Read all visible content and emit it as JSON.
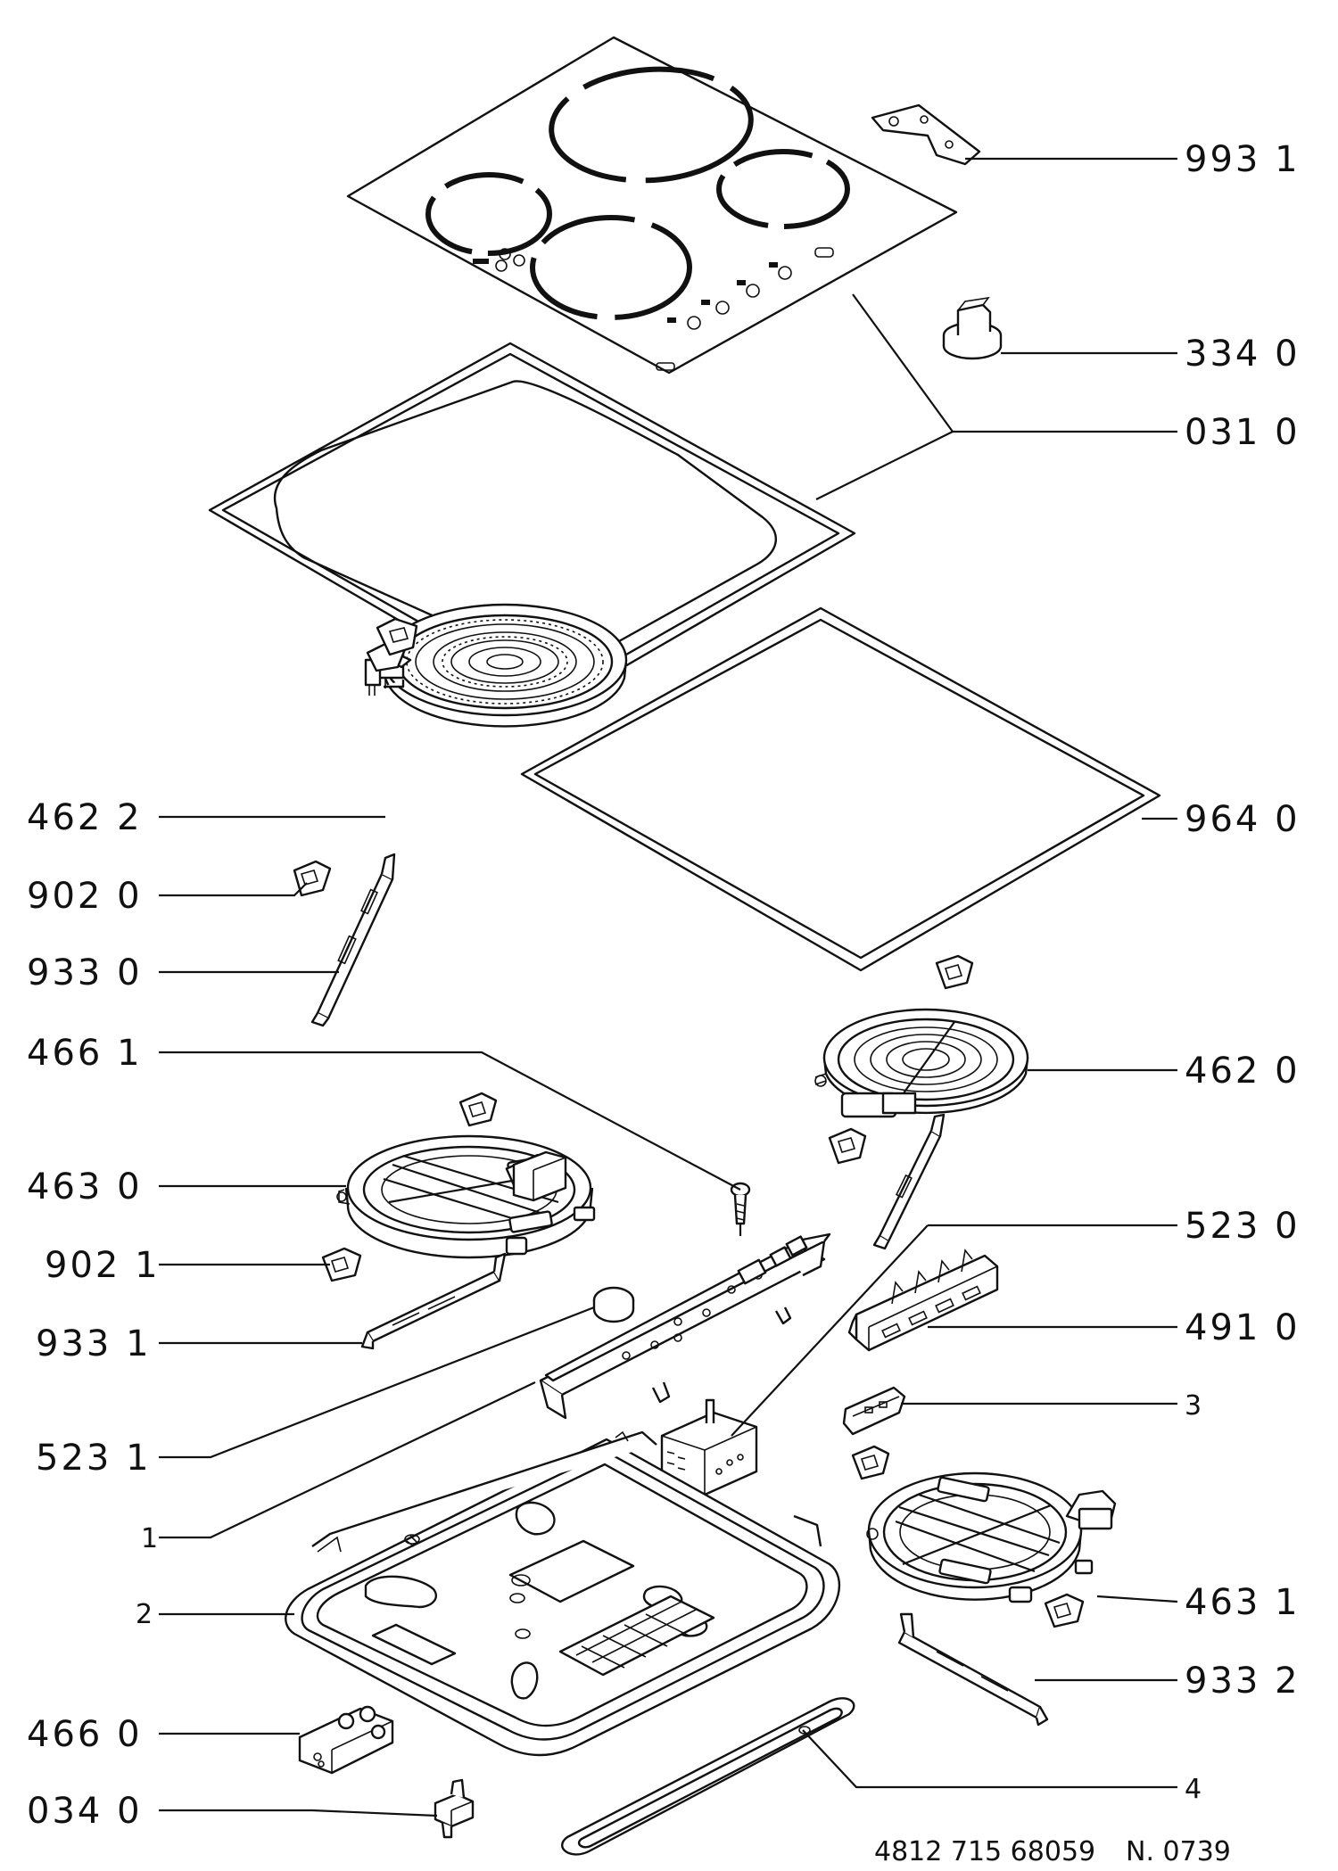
{
  "callouts": {
    "c993_1": "993 1",
    "c334_0": "334 0",
    "c031_0": "031 0",
    "c964_0": "964 0",
    "c462_0": "462 0",
    "c523_0": "523 0",
    "c491_0": "491 0",
    "c3": "3",
    "c463_1": "463 1",
    "c933_2": "933 2",
    "c4": "4",
    "c462_2": "462 2",
    "c902_0": "902 0",
    "c933_0": "933 0",
    "c466_1": "466 1",
    "c463_0": "463 0",
    "c902_1": "902 1",
    "c933_1": "933 1",
    "c523_1": "523 1",
    "c1": "1",
    "c2": "2",
    "c466_0": "466 0",
    "c034_0": "034 0"
  },
  "footer": {
    "part_number": "4812 715 68059",
    "drawing_number": "N. 0739"
  }
}
